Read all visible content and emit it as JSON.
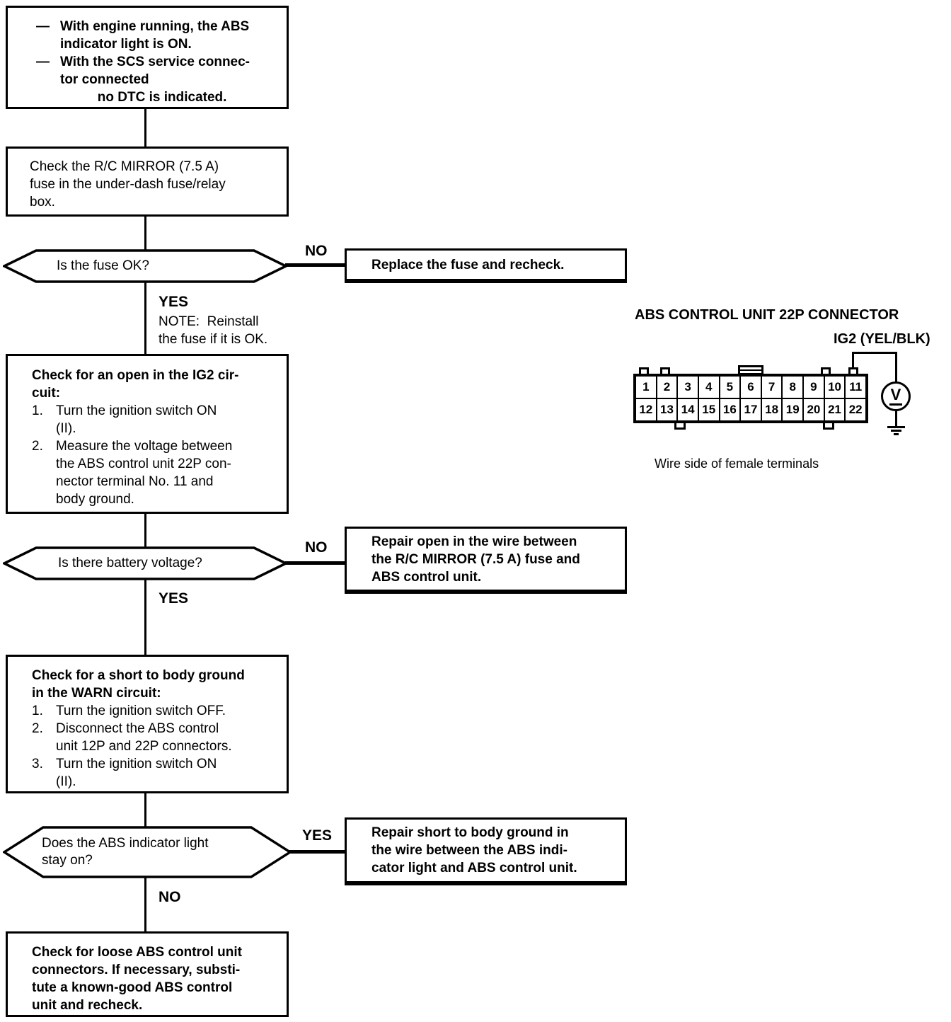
{
  "palette": {
    "ink": "#000000",
    "paper": "#ffffff"
  },
  "symptom_box": {
    "marker1": "—",
    "item1": "With engine running, the ABS\nindicator light is ON.",
    "marker2": "—",
    "item2": "With the SCS service connec-\ntor connected\n          no DTC is indicated."
  },
  "check_fuse_box": {
    "text": "Check the R/C MIRROR (7.5 A)\nfuse in the under-dash fuse/relay\nbox."
  },
  "decision_fuse": {
    "question": "Is the fuse OK?",
    "no_label": "NO",
    "yes_label": "YES",
    "note": "NOTE:  Reinstall\nthe fuse if it is OK."
  },
  "replace_fuse_box": {
    "text": "Replace the fuse and recheck."
  },
  "check_ig2_box": {
    "title": "Check for an open in the IG2 cir-\ncuit:",
    "steps": [
      {
        "num": "1.",
        "text": "Turn the ignition switch ON\n(II)."
      },
      {
        "num": "2.",
        "text": "Measure the voltage between\nthe ABS control unit 22P con-\nnector terminal No. 11 and\nbody ground."
      }
    ]
  },
  "decision_voltage": {
    "question": "Is there battery voltage?",
    "no_label": "NO",
    "yes_label": "YES"
  },
  "repair_open_box": {
    "text": "Repair open in the wire between\nthe R/C MIRROR (7.5 A) fuse and\nABS control unit."
  },
  "check_warn_box": {
    "title": "Check for a short to body ground\nin the WARN circuit:",
    "steps": [
      {
        "num": "1.",
        "text": "Turn the ignition switch OFF."
      },
      {
        "num": "2.",
        "text": "Disconnect the ABS control\nunit 12P and 22P connectors."
      },
      {
        "num": "3.",
        "text": "Turn the ignition switch ON\n(II)."
      }
    ]
  },
  "decision_abs_light": {
    "question": "Does the ABS indicator light\nstay on?",
    "yes_label": "YES",
    "no_label": "NO"
  },
  "repair_short_box": {
    "text": "Repair short to body ground in\nthe wire between the ABS indi-\ncator light and ABS control unit."
  },
  "check_unit_box": {
    "text": "Check for loose ABS control unit\nconnectors. If necessary, substi-\ntute a known-good ABS control\nunit and recheck."
  },
  "connector": {
    "title": "ABS CONTROL UNIT 22P CONNECTOR",
    "wire_label": "IG2 (YEL/BLK)",
    "caption": "Wire side of female terminals",
    "voltmeter_label": "V",
    "pins_top": [
      "1",
      "2",
      "3",
      "4",
      "5",
      "6",
      "7",
      "8",
      "9",
      "10",
      "11"
    ],
    "pins_bottom": [
      "12",
      "13",
      "14",
      "15",
      "16",
      "17",
      "18",
      "19",
      "20",
      "21",
      "22"
    ]
  }
}
